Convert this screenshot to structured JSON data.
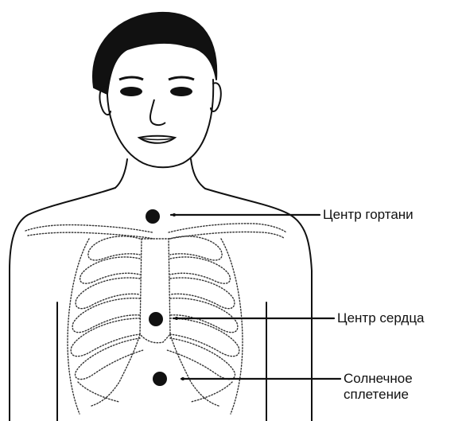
{
  "labels": {
    "throat": "Центр гортани",
    "heart": "Центр сердца",
    "solar_line1": "Солнечное",
    "solar_line2": "сплетение"
  },
  "colors": {
    "ink": "#111111",
    "background": "#ffffff"
  },
  "icons": {
    "throat_point": "filled-circle",
    "heart_point": "filled-circle",
    "solar_point": "filled-circle"
  }
}
